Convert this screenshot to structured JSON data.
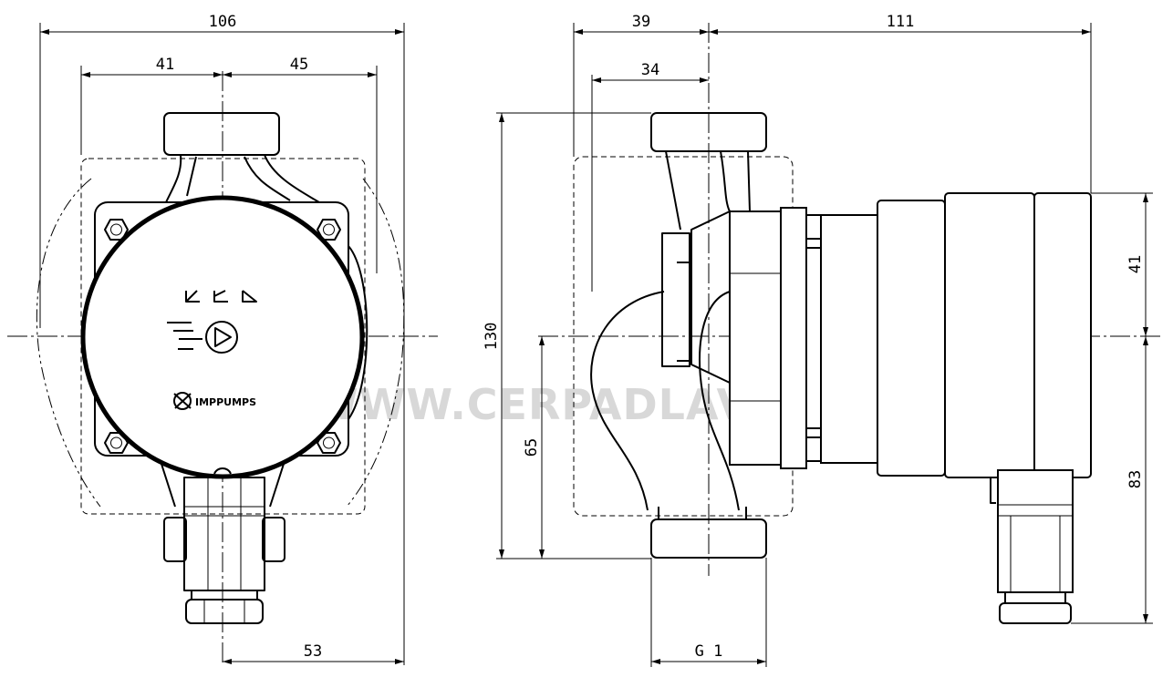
{
  "dimensions": {
    "front_total_width": "106",
    "front_left_half": "41",
    "front_right_half": "45",
    "front_bottom": "53",
    "side_left_offset": "39",
    "side_inner_offset": "34",
    "side_motor_length": "111",
    "side_total_height": "130",
    "side_center_to_bottom": "65",
    "side_upper_motor": "41",
    "side_lower_motor": "83",
    "thread": "G 1"
  },
  "brand_label": "IMPPUMPS",
  "watermark": "WWW.CERPADLAVCHLADI.CZ",
  "colors": {
    "line": "#000000",
    "background": "#ffffff",
    "watermark": "#d8d8d8"
  }
}
